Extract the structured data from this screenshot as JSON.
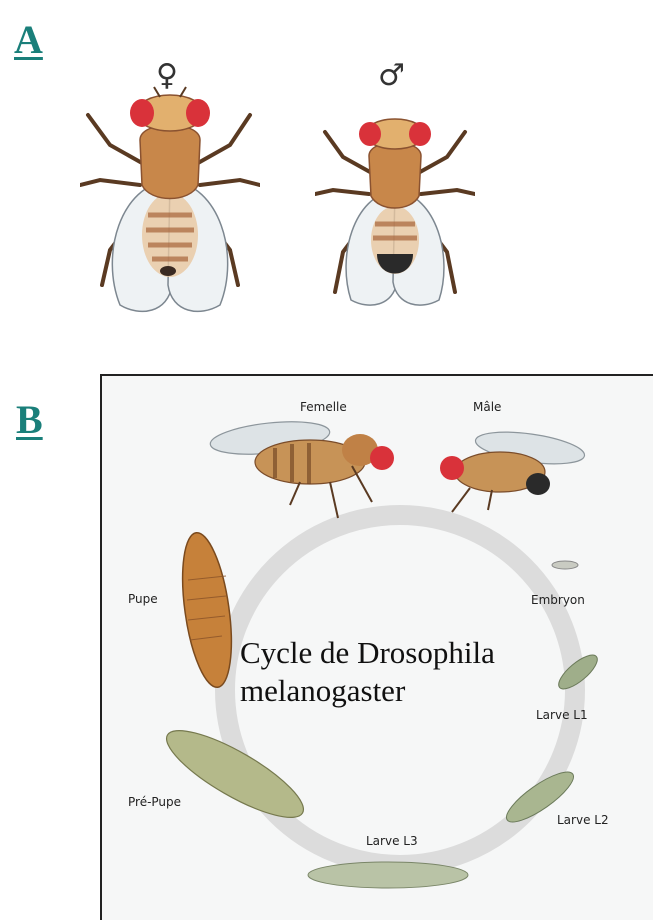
{
  "panel_a": {
    "letter": "A",
    "female_symbol": "♀",
    "male_symbol": "♂"
  },
  "panel_b": {
    "letter": "B",
    "title": "Cycle de Drosophila melanogaster",
    "stages": {
      "femelle": "Femelle",
      "male": "Mâle",
      "embryon": "Embryon",
      "larve_l1": "Larve L1",
      "larve_l2": "Larve L2",
      "larve_l3": "Larve L3",
      "pre_pupe": "Pré-Pupe",
      "pupe": "Pupe"
    }
  },
  "colors": {
    "letter": "#1a7f7a",
    "body": "#c8874a",
    "eye": "#d9323a",
    "cycle_ring": "#dcdcdc"
  }
}
